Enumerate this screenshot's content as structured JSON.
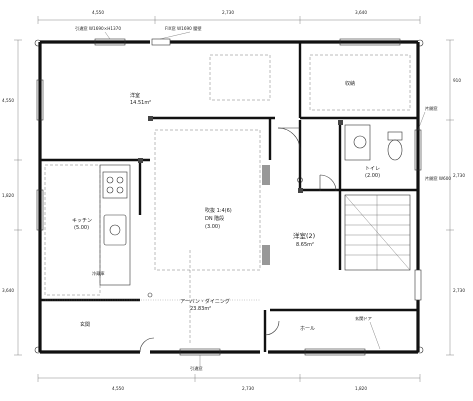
{
  "rooms": {
    "living_jp": {
      "line1": "洋室",
      "line2": "14.51m²"
    },
    "living_en": {
      "line1": "アーバン・ダイニング",
      "line2": "23.83m²"
    },
    "kitchen": {
      "line1": "キッチン",
      "line2": "(5.00)"
    },
    "bedroom": {
      "line1": "洋室(2)",
      "line2": "8.65m²"
    },
    "wc": {
      "line1": "トイレ",
      "line2": "(2.00)"
    },
    "closet": {
      "line1": "収納",
      "line2": ""
    },
    "entrance": {
      "line1": "玄関",
      "line2": ""
    },
    "hall": {
      "line1": "ホール",
      "line2": ""
    }
  },
  "center_note": {
    "line1": "吹抜 1:4(6)",
    "line2": "DN 階段",
    "line3": "(3.00)"
  },
  "dimensions": {
    "top_1": "4,550",
    "top_2": "2,730",
    "top_3": "3,640",
    "bottom_1": "4,550",
    "bottom_2": "2,730",
    "bottom_3": "1,820",
    "left_1": "4,550",
    "left_2": "1,820",
    "left_3": "3,640",
    "right_1": "910",
    "right_2": "2,730",
    "right_3": "2,730"
  },
  "notes": {
    "top_left": "引違窓 W1690×H1370",
    "top_mid": "FIX窓 W1690 腰壁",
    "right_top": "片開窓",
    "bottom_right": "玄関ドア",
    "bottom_left": "引違窓",
    "mid_left": "冷蔵庫",
    "mid_right": "片開窓 W600"
  }
}
